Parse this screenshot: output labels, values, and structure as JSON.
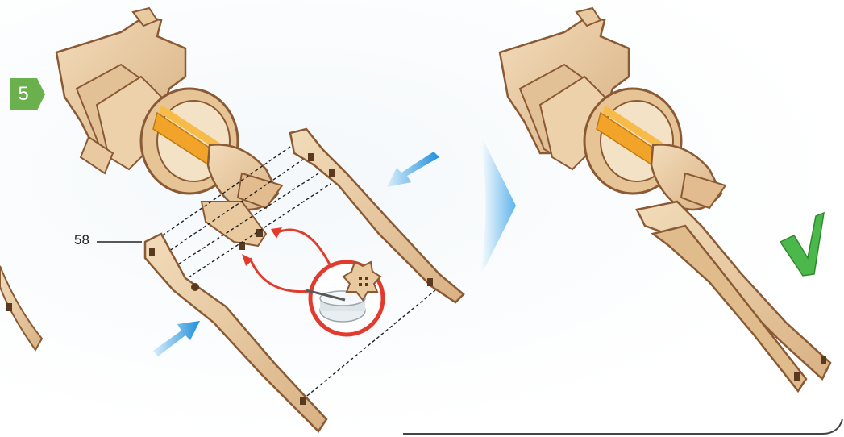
{
  "step": {
    "number": "5"
  },
  "callouts": {
    "part_label": "58"
  },
  "colors": {
    "step_green": "#6ab04c",
    "wood": "#e8c9a0",
    "wood_edge": "#8a5a34",
    "arrow_blue": "#3aa0e0",
    "arrow_red": "#e23a2c",
    "check_green": "#4cb84c",
    "yarn_orange": "#f2a329"
  },
  "icons": {
    "step_badge": "hexagon-arrow",
    "glue": "glue-pot-with-brush",
    "next": "chevron-right",
    "done": "green-checkmark",
    "insert_left": "blue-arrow",
    "insert_right": "blue-arrow"
  }
}
